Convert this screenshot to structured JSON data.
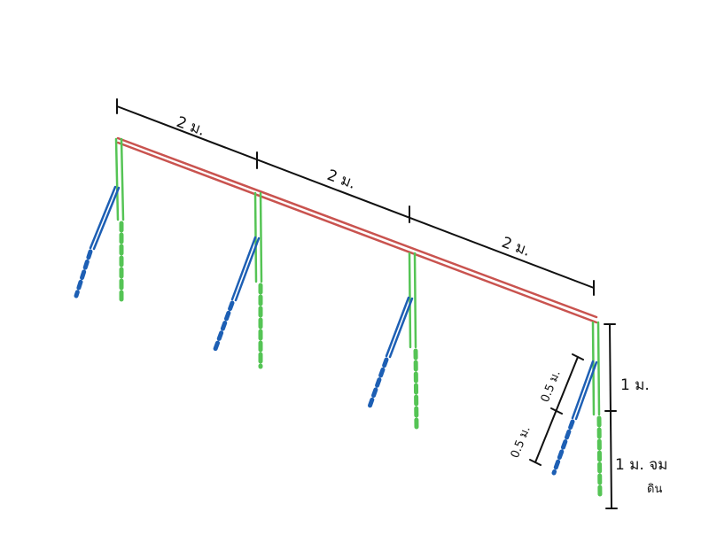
{
  "colors": {
    "beam": "#c9534f",
    "post": "#55c455",
    "brace": "#1d5fb4",
    "dimension": "#111111",
    "background": "#ffffff"
  },
  "labels": {
    "span_1": "2 ม.",
    "span_2": "2 ม.",
    "span_3": "2 ม.",
    "post_above": "1 ม.",
    "post_below_line1": "1 ม. จม",
    "post_below_line2": "ดิน",
    "brace_upper": "0.5 ม.",
    "brace_lower": "0.5 ม."
  }
}
